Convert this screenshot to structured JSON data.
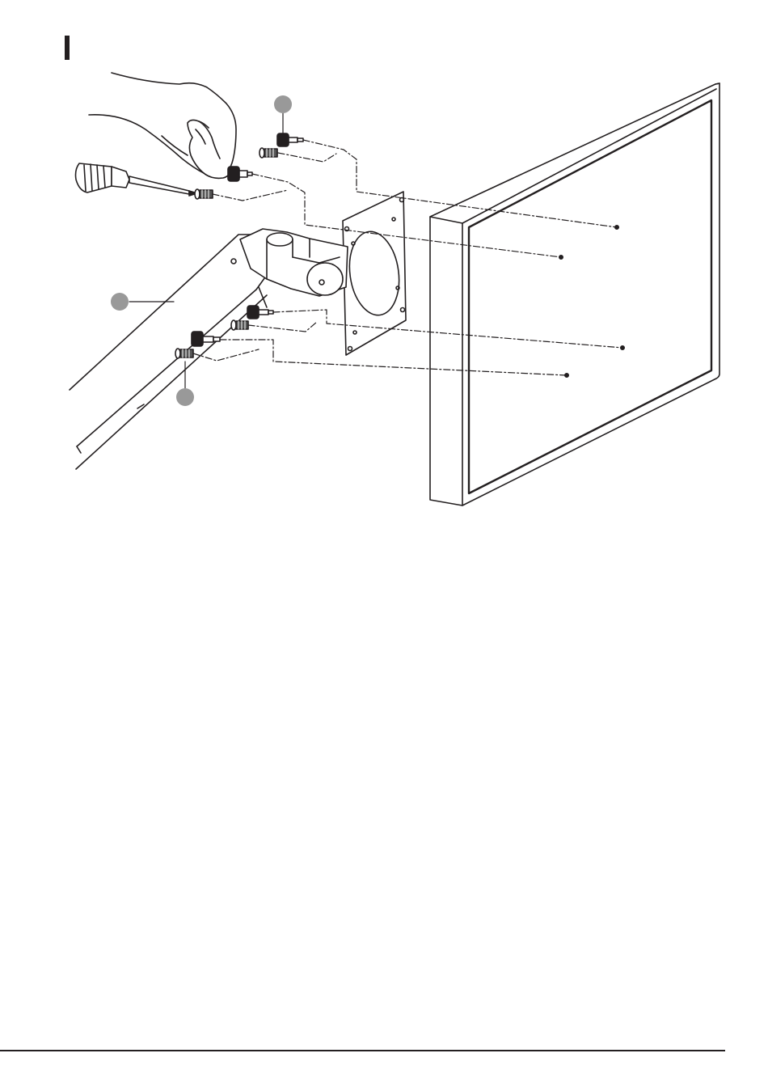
{
  "step": {
    "marker_text": ""
  },
  "illustration": {
    "subject": "monitor-vesa-mount-assembly",
    "line_color": "#231f20",
    "callout_color": "#999999",
    "callouts": [
      {
        "id": "callout-screws",
        "label": ""
      },
      {
        "id": "callout-arm",
        "label": ""
      },
      {
        "id": "callout-spacers",
        "label": ""
      }
    ]
  }
}
